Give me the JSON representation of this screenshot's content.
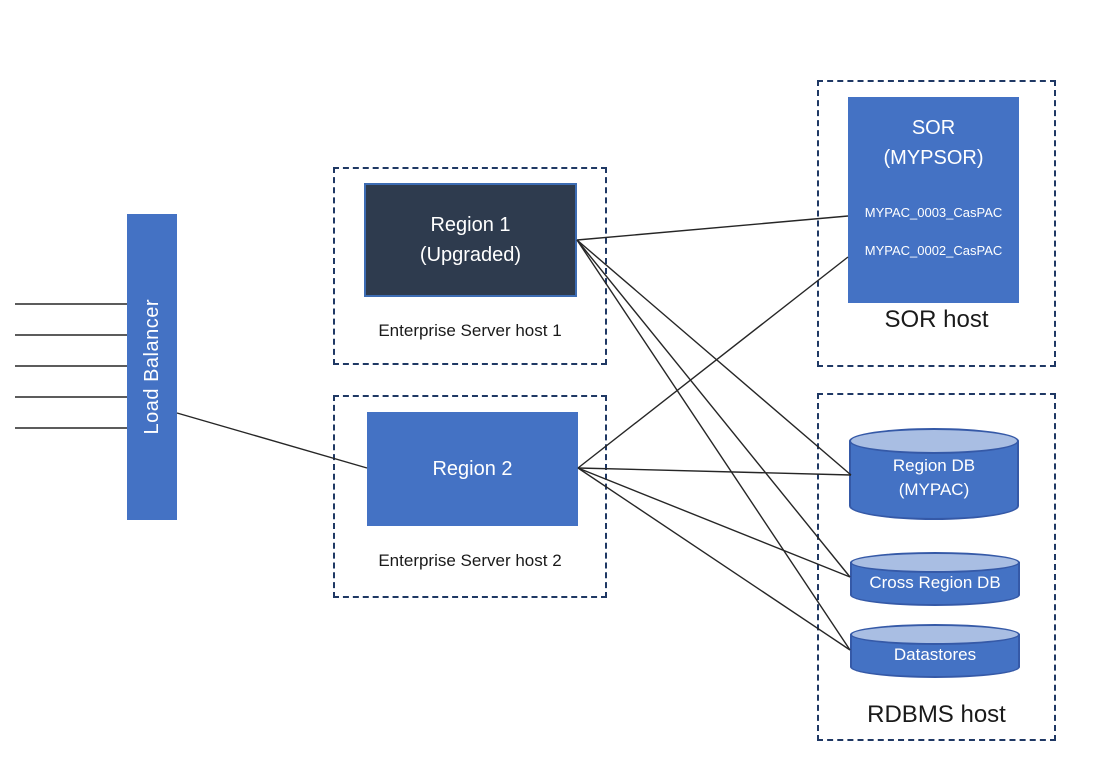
{
  "diagram": {
    "load_balancer": {
      "label": "Load Balancer",
      "incoming_connections": 5
    },
    "enterprise_host_1": {
      "label": "Enterprise Server host 1",
      "region": {
        "title": "Region 1",
        "subtitle": "(Upgraded)",
        "state": "upgraded"
      }
    },
    "enterprise_host_2": {
      "label": "Enterprise Server host 2",
      "region": {
        "title": "Region 2"
      }
    },
    "sor_host": {
      "label": "SOR host",
      "sor": {
        "title": "SOR",
        "subtitle": "(MYPSOR)",
        "instances": [
          "MYPAC_0003_CasPAC",
          "MYPAC_0002_CasPAC"
        ]
      }
    },
    "rdbms_host": {
      "label": "RDBMS host",
      "databases": [
        {
          "title": "Region DB",
          "subtitle": "(MYPAC)"
        },
        {
          "title": "Cross Region DB",
          "subtitle": ""
        },
        {
          "title": "Datastores",
          "subtitle": ""
        }
      ]
    },
    "edges": [
      {
        "from": "load-balancer",
        "to": "region-2"
      },
      {
        "from": "region-1",
        "to": "sor-instance-mypac-0003"
      },
      {
        "from": "region-1",
        "to": "region-db"
      },
      {
        "from": "region-1",
        "to": "cross-region-db"
      },
      {
        "from": "region-1",
        "to": "datastores"
      },
      {
        "from": "region-2",
        "to": "sor-instance-mypac-0002"
      },
      {
        "from": "region-2",
        "to": "region-db"
      },
      {
        "from": "region-2",
        "to": "cross-region-db"
      },
      {
        "from": "region-2",
        "to": "datastores"
      }
    ],
    "colors": {
      "accent_blue": "#4472C4",
      "region1_fill": "#2E3B4E",
      "region1_border": "#3D6CB3",
      "cylinder_top": "#A9BEE3",
      "cylinder_border": "#3559A7",
      "dashed_border": "#1F3864",
      "connector_line": "#262626"
    }
  }
}
